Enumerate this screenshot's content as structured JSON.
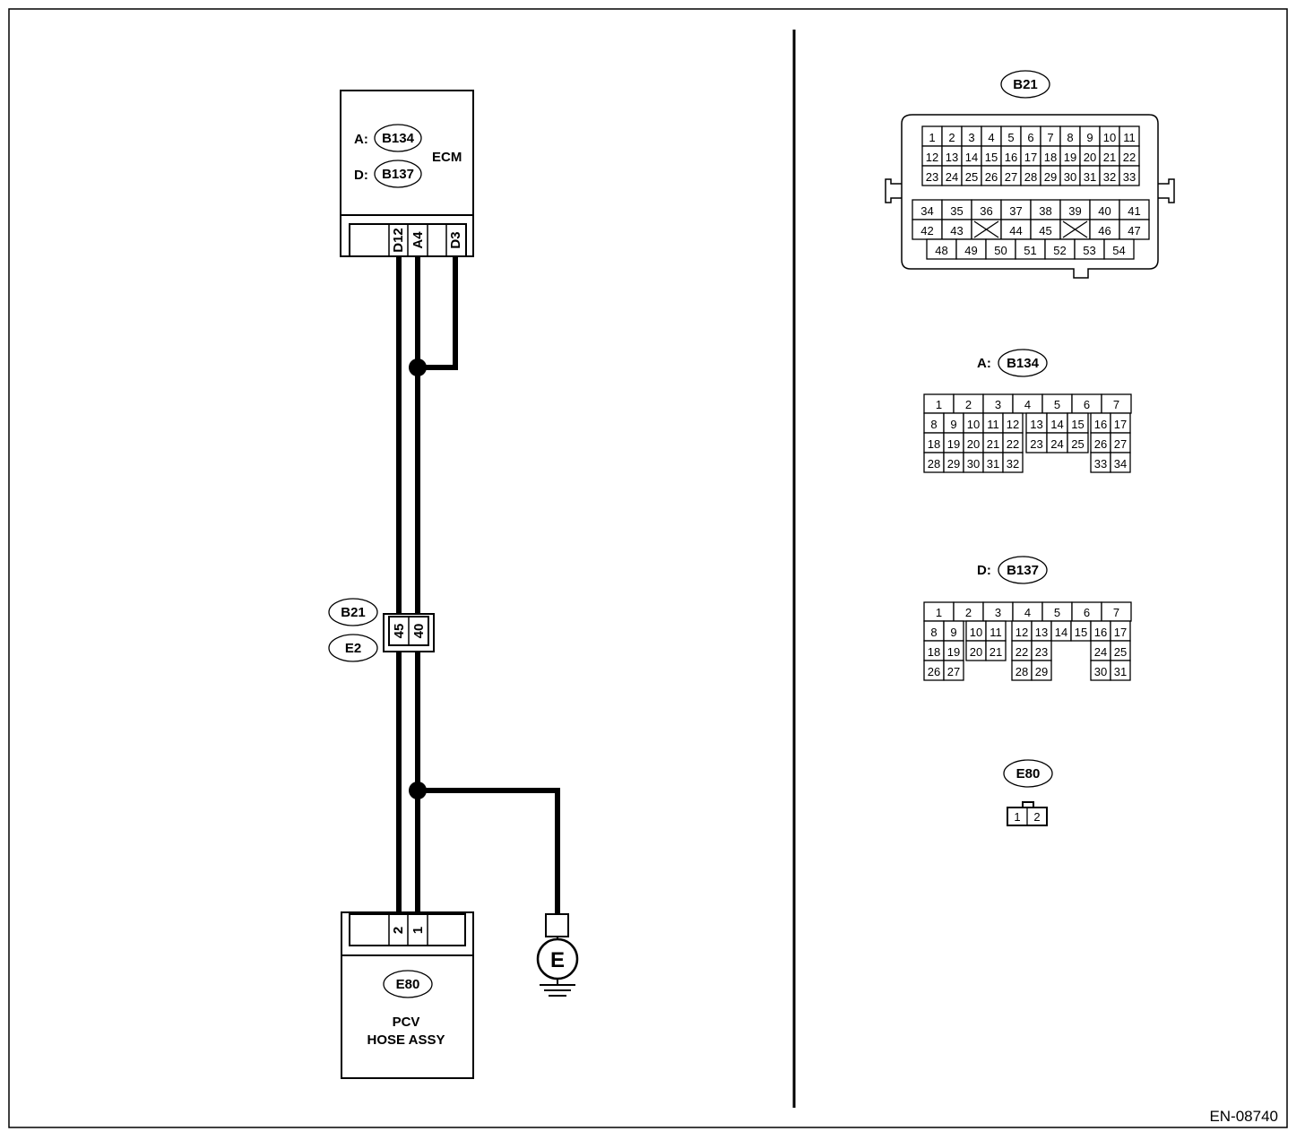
{
  "ecm": {
    "name": "ECM",
    "conn_a_prefix": "A:",
    "conn_a": "B134",
    "conn_d_prefix": "D:",
    "conn_d": "B137",
    "terminals": [
      "D12",
      "A4",
      "D3"
    ]
  },
  "joint": {
    "conn_top": "B21",
    "conn_bottom": "E2",
    "pins": [
      "45",
      "40"
    ]
  },
  "pcv": {
    "connector": "E80",
    "name_line1": "PCV",
    "name_line2": "HOSE ASSY",
    "pins": [
      "2",
      "1"
    ]
  },
  "ground": {
    "symbol": "E"
  },
  "b21": {
    "title": "B21",
    "rows": [
      [
        "1",
        "2",
        "3",
        "4",
        "5",
        "6",
        "7",
        "8",
        "9",
        "10",
        "11"
      ],
      [
        "12",
        "13",
        "14",
        "15",
        "16",
        "17",
        "18",
        "19",
        "20",
        "21",
        "22"
      ],
      [
        "23",
        "24",
        "25",
        "26",
        "27",
        "28",
        "29",
        "30",
        "31",
        "32",
        "33"
      ],
      [
        "34",
        "35",
        "36",
        "37",
        "38",
        "39",
        "40",
        "41"
      ],
      [
        "42",
        "43",
        "",
        "44",
        "45",
        "",
        "46",
        "47"
      ],
      [
        "48",
        "49",
        "50",
        "51",
        "52",
        "53",
        "54"
      ]
    ]
  },
  "b134": {
    "prefix": "A:",
    "title": "B134",
    "rows": [
      [
        "1",
        "2",
        "3",
        "4",
        "5",
        "6",
        "7"
      ],
      [
        "8",
        "9",
        "10",
        "11",
        "12",
        "13",
        "14",
        "15",
        "16",
        "17"
      ],
      [
        "18",
        "19",
        "20",
        "21",
        "22",
        "23",
        "24",
        "25",
        "26",
        "27"
      ],
      [
        "28",
        "29",
        "30",
        "31",
        "32",
        "33",
        "34"
      ]
    ]
  },
  "b137": {
    "prefix": "D:",
    "title": "B137",
    "rows": [
      [
        "1",
        "2",
        "3",
        "4",
        "5",
        "6",
        "7"
      ],
      [
        "8",
        "9",
        "10",
        "11",
        "12",
        "13",
        "14",
        "15",
        "16",
        "17"
      ],
      [
        "18",
        "19",
        "20",
        "21",
        "22",
        "23",
        "24",
        "25"
      ],
      [
        "26",
        "27",
        "28",
        "29",
        "30",
        "31"
      ]
    ]
  },
  "e80": {
    "title": "E80",
    "pins": [
      "1",
      "2"
    ]
  },
  "figure_code": "EN-08740"
}
